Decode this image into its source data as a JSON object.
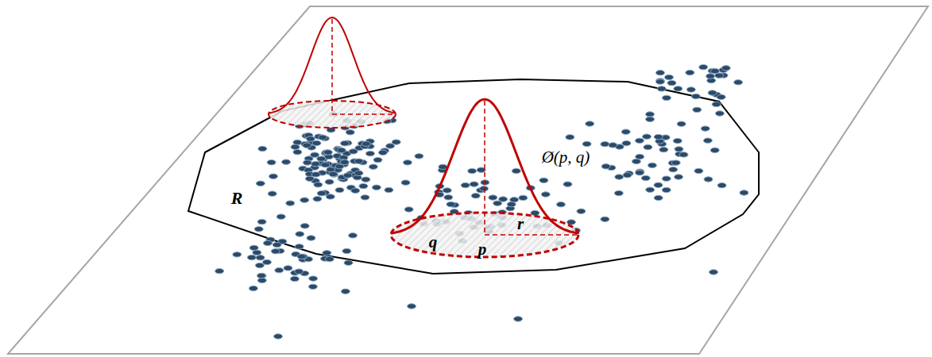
{
  "diagram": {
    "labels": [
      "R",
      "q",
      "p",
      "r",
      "Ø(p, q)"
    ]
  }
}
